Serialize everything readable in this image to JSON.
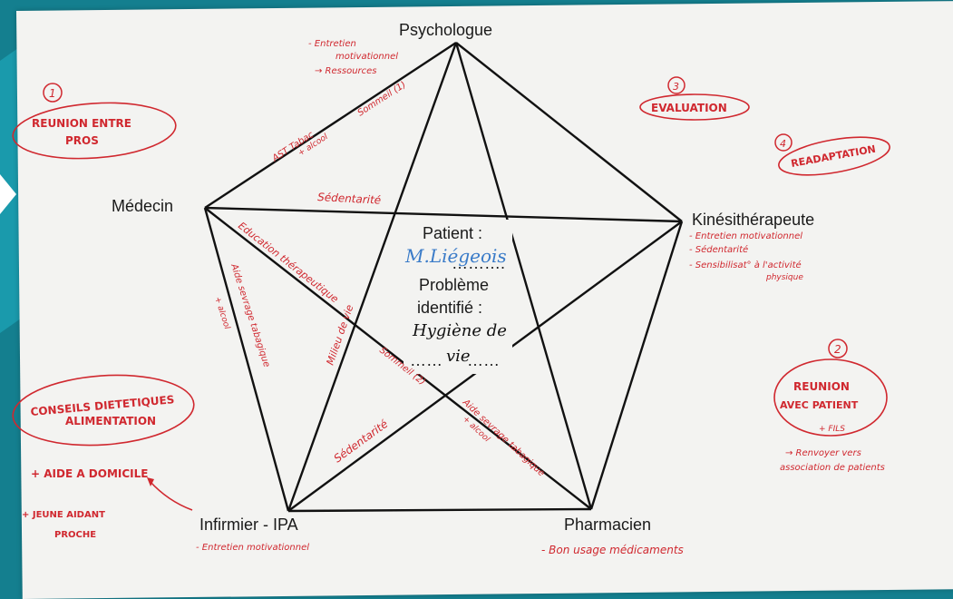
{
  "nodes": {
    "psychologue": "Psychologue",
    "medecin": "Médecin",
    "kine": "Kinésithérapeute",
    "infirmier": "Infirmier - IPA",
    "pharmacien": "Pharmacien"
  },
  "center": {
    "patient_label": "Patient :",
    "patient_name": "M.Liégeois",
    "dots1": "……….",
    "probleme_label_1": "Problème",
    "probleme_label_2": "identifié :",
    "probleme_value_1": "Hygiène de",
    "probleme_value_2": "vie",
    "dots2": "……",
    "dots3": "……"
  },
  "edge_notes": {
    "sedentarite_top": "Sédentarité",
    "ast_tabac": "AST Tabac",
    "alcool_1": "+ alcool",
    "sommeil_1": "Sommeil (1)",
    "education": "Education thérapeutique",
    "milieu_vie": "Milieu de vie",
    "aide_sevrage_left": "Aide sevrage tabagique",
    "alcool_left": "+ alcool",
    "sommeil_2": "Sommeil (2)",
    "sedentarite_bottom": "Sédentarité",
    "aide_sevrage_right": "Aide sevrage tabagique",
    "alcool_right": "+ alcool"
  },
  "psychologue_notes": {
    "line1": "- Entretien",
    "line2": "motivationnel",
    "line3": "→ Ressources"
  },
  "kine_notes": {
    "line1": "- Entretien motivationnel",
    "line2": "- Sédentarité",
    "line3": "- Sensibilisat° à l'activité",
    "line4": "physique"
  },
  "infirmier_notes": {
    "line1": "- Entretien motivationnel"
  },
  "pharmacien_notes": {
    "line1": "- Bon usage médicaments"
  },
  "steps": {
    "s1_num": "1",
    "s1_line1": "REUNION ENTRE",
    "s1_line2": "PROS",
    "s2_num": "2",
    "s2_line1": "REUNION",
    "s2_line2": "AVEC PATIENT",
    "s2_line3": "+ FILS",
    "s2_note1": "→ Renvoyer vers",
    "s2_note2": "association de patients",
    "s3_num": "3",
    "s3_label": "EVALUATION",
    "s4_num": "4",
    "s4_label": "READAPTATION"
  },
  "left_notes": {
    "conseils1": "CONSEILS DIETETIQUES",
    "conseils2": "ALIMENTATION",
    "aide_domicile": "+ AIDE A DOMICILE",
    "jeune1": "+ JEUNE AIDANT",
    "jeune2": "PROCHE"
  },
  "colors": {
    "ink": "#1a1a1a",
    "marker_red": "#d0282f",
    "marker_blue": "#3a7bc8",
    "frame": "#147f8f"
  }
}
